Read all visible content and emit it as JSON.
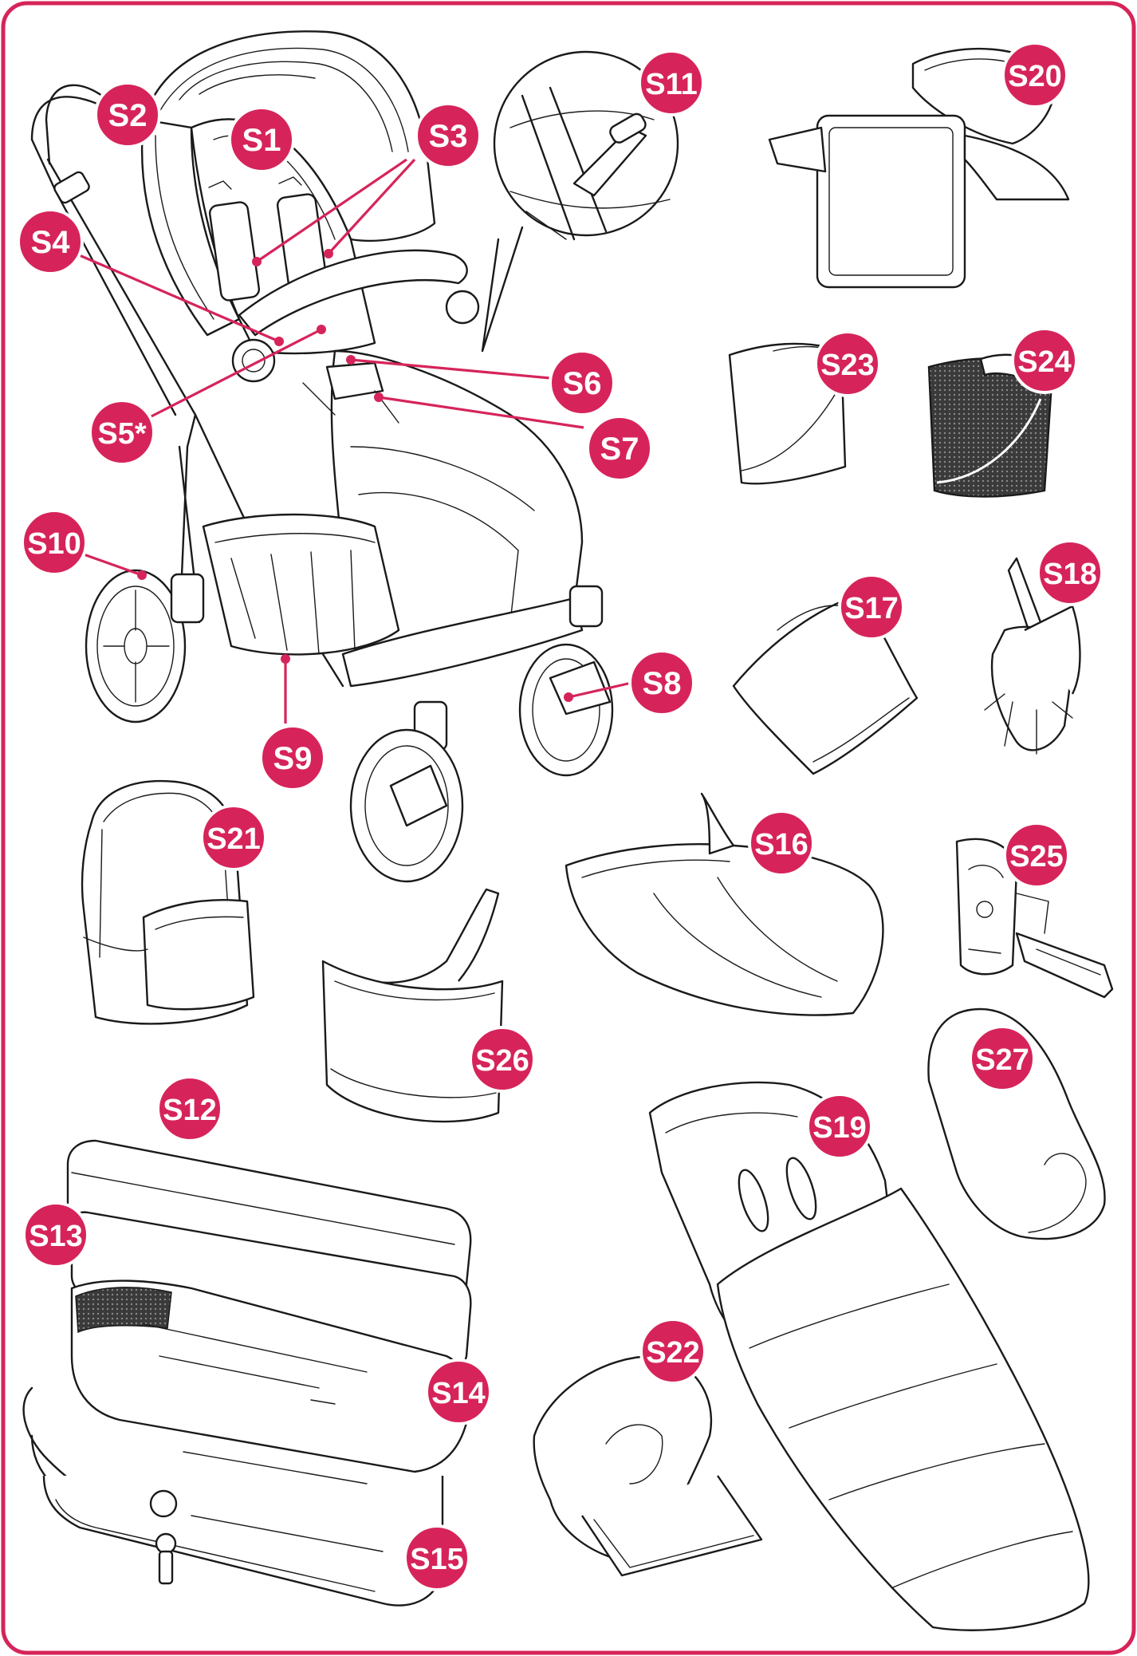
{
  "accent_color": "#d6245a",
  "labels": {
    "s1": "S1",
    "s2": "S2",
    "s3": "S3",
    "s4": "S4",
    "s5": "S5*",
    "s6": "S6",
    "s7": "S7",
    "s8": "S8",
    "s9": "S9",
    "s10": "S10",
    "s11": "S11",
    "s12": "S12",
    "s13": "S13",
    "s14": "S14",
    "s15": "S15",
    "s16": "S16",
    "s17": "S17",
    "s18": "S18",
    "s19": "S19",
    "s20": "S20",
    "s21": "S21",
    "s22": "S22",
    "s23": "S23",
    "s24": "S24",
    "s25": "S25",
    "s26": "S26",
    "s27": "S27"
  }
}
